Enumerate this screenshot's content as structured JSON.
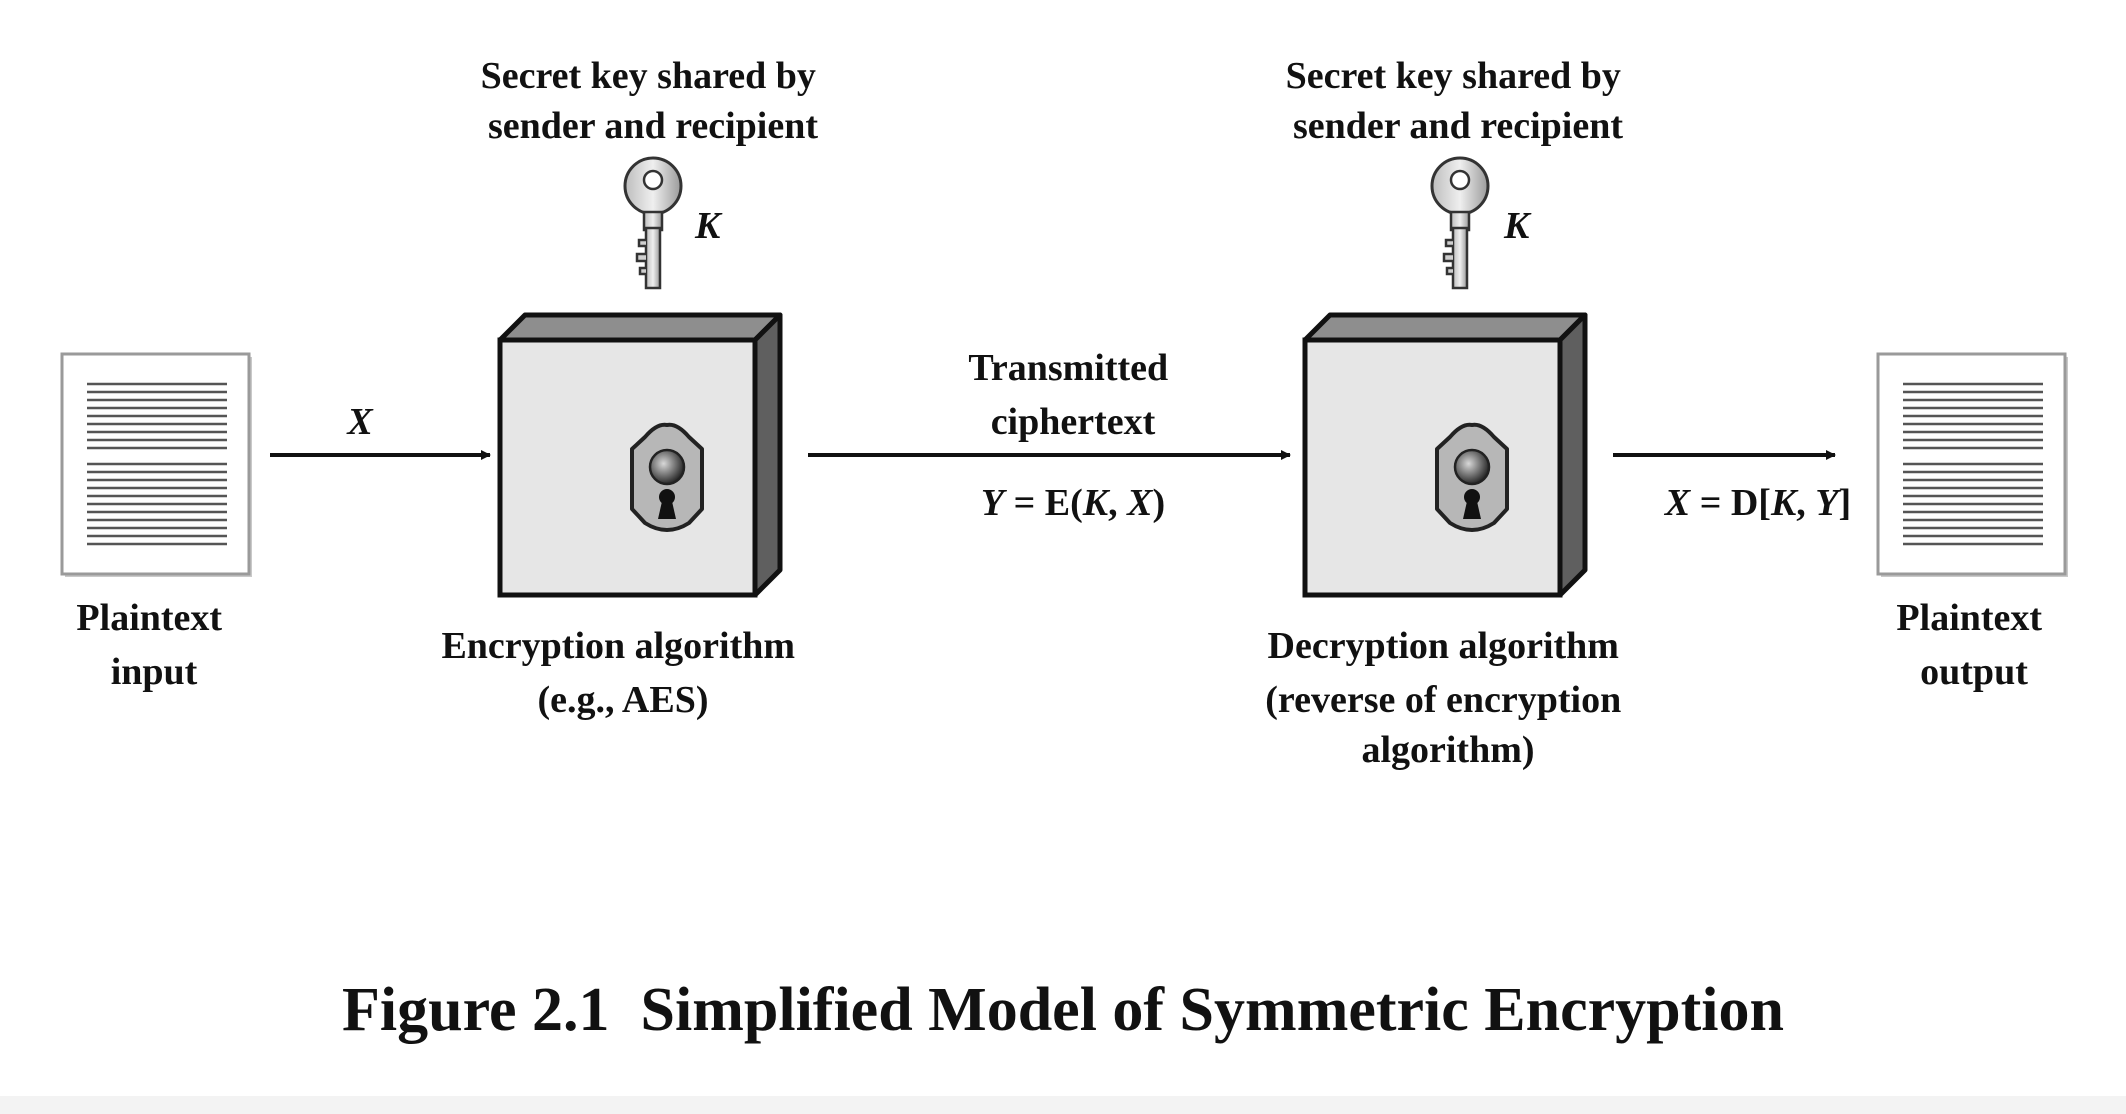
{
  "key_label_left": [
    "Secret key shared by",
    "sender and recipient"
  ],
  "key_label_right": [
    "Secret key shared by",
    "sender and recipient"
  ],
  "key_symbol": "K",
  "input_symbol": "X",
  "plaintext_input_label": [
    "Plaintext",
    "input"
  ],
  "plaintext_output_label": [
    "Plaintext",
    "output"
  ],
  "encryption_label": [
    "Encryption algorithm",
    "(e.g., AES)"
  ],
  "decryption_label": [
    "Decryption algorithm",
    "(reverse of encryption",
    "algorithm)"
  ],
  "transmitted_label": [
    "Transmitted",
    "ciphertext"
  ],
  "cipher_formula": {
    "y": "Y",
    "eq": " = E(",
    "k": "K",
    "sep": ", ",
    "x": "X",
    "close": ")"
  },
  "decrypt_formula": {
    "x": "X",
    "eq": " = D[",
    "k": "K",
    "sep": ", ",
    "y": "Y",
    "close": "]"
  },
  "caption": "Figure 2.1  Simplified Model of Symmetric Encryption",
  "icons": [
    "document-icon",
    "key-icon",
    "lock-box-icon",
    "keyhole-icon",
    "arrow-icon"
  ]
}
